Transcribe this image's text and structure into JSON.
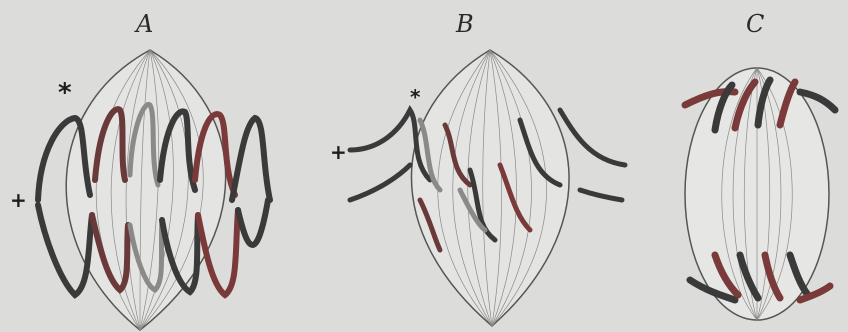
{
  "figure": {
    "panels": [
      {
        "id": "a",
        "label": "A"
      },
      {
        "id": "b",
        "label": "B"
      },
      {
        "id": "c",
        "label": "C"
      }
    ],
    "markers": {
      "asterisk": "*",
      "plus": "+"
    },
    "colors": {
      "background": "#dcdcda",
      "spindle_fill": "#e2e2e0",
      "spindle_line": "#6a6a6a",
      "chromosome_dark": "#3a3a3a",
      "chromosome_red": "#7a3a3a",
      "chromosome_light": "#8a8a88"
    }
  }
}
